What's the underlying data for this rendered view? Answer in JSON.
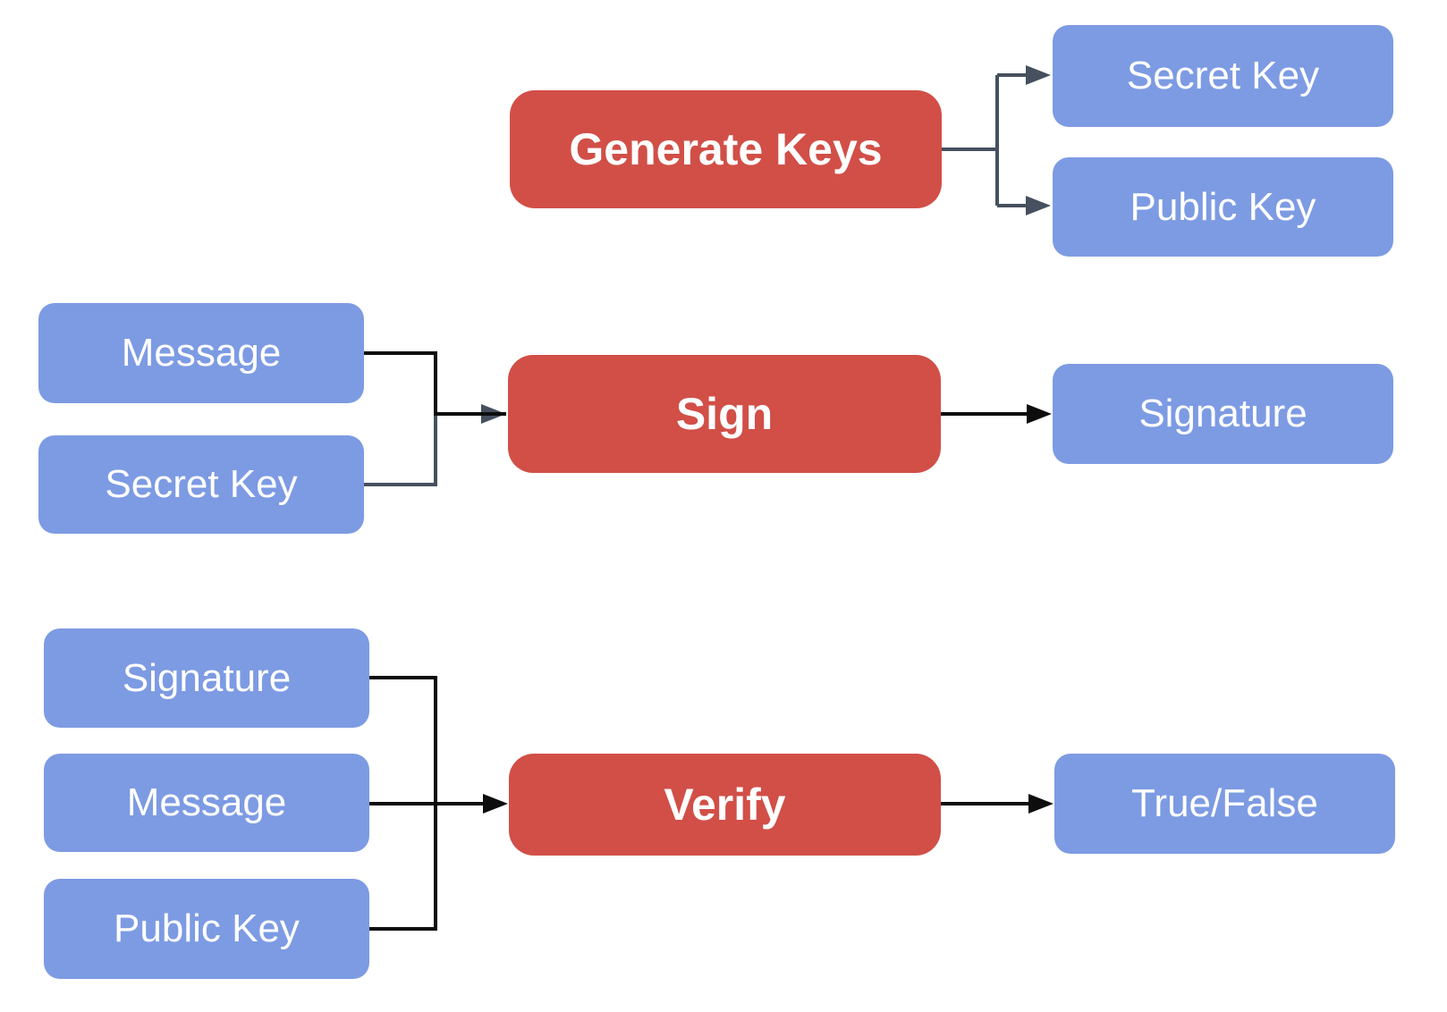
{
  "diagram": {
    "description": "Digital signature flow: key generation, signing, verification",
    "colors": {
      "process_box": "#D14F47",
      "data_box": "#7D9BE3",
      "connector_slate": "#46505E",
      "connector_black": "#0D0D0D",
      "text": "#FFFFFF",
      "background": "#FFFFFF"
    },
    "nodes": {
      "generate_keys": {
        "label": "Generate Keys",
        "type": "process"
      },
      "secret_key_out": {
        "label": "Secret Key",
        "type": "data"
      },
      "public_key_out": {
        "label": "Public Key",
        "type": "data"
      },
      "message_sign": {
        "label": "Message",
        "type": "data"
      },
      "secret_key_sign": {
        "label": "Secret Key",
        "type": "data"
      },
      "sign": {
        "label": "Sign",
        "type": "process"
      },
      "signature_out": {
        "label": "Signature",
        "type": "data"
      },
      "signature_verify": {
        "label": "Signature",
        "type": "data"
      },
      "message_verify": {
        "label": "Message",
        "type": "data"
      },
      "public_key_verify": {
        "label": "Public Key",
        "type": "data"
      },
      "verify": {
        "label": "Verify",
        "type": "process"
      },
      "true_false": {
        "label": "True/False",
        "type": "data"
      }
    },
    "edges": [
      {
        "from": "Generate Keys",
        "to": "Secret Key"
      },
      {
        "from": "Generate Keys",
        "to": "Public Key"
      },
      {
        "from": "Message",
        "to": "Sign"
      },
      {
        "from": "Secret Key",
        "to": "Sign"
      },
      {
        "from": "Sign",
        "to": "Signature"
      },
      {
        "from": "Signature",
        "to": "Verify"
      },
      {
        "from": "Message",
        "to": "Verify"
      },
      {
        "from": "Public Key",
        "to": "Verify"
      },
      {
        "from": "Verify",
        "to": "True/False"
      }
    ]
  }
}
